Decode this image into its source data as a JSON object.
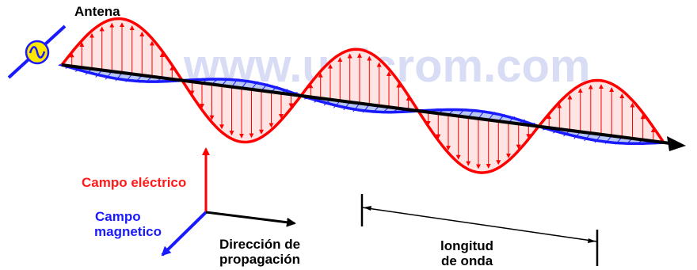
{
  "watermark": "www.unicrom.com",
  "labels": {
    "antenna": "Antena",
    "electric_field": "Campo eléctrico",
    "magnetic_field_line1": "Campo",
    "magnetic_field_line2": "magnetico",
    "direction_line1": "Dirección de",
    "direction_line2": "propagación",
    "wavelength_line1": "longitud",
    "wavelength_line2": "de onda"
  },
  "colors": {
    "electric": "#ff0000",
    "electric_fill": "#ffe4e4",
    "magnetic": "#1a1aff",
    "magnetic_fill": "#b8c8f2",
    "axis": "#000000",
    "source": "#ffe800"
  },
  "icons": {
    "source": "ac-source-icon"
  }
}
